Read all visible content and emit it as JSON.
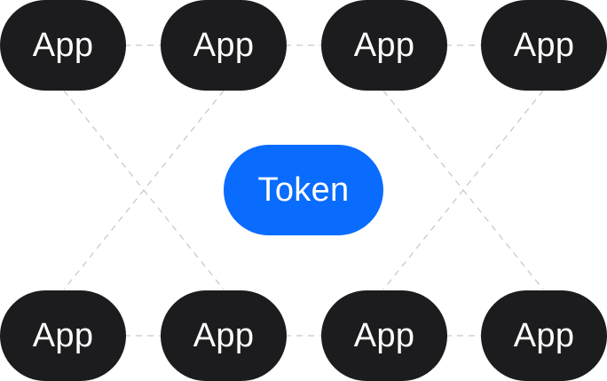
{
  "colors": {
    "app_node": "#1c1c1e",
    "token_node": "#0a6cff",
    "node_text": "#ffffff",
    "connector": "#c6c6c6",
    "background": "#ffffff"
  },
  "center_node": {
    "label": "Token"
  },
  "top_row": [
    {
      "label": "App"
    },
    {
      "label": "App"
    },
    {
      "label": "App"
    },
    {
      "label": "App"
    }
  ],
  "bottom_row": [
    {
      "label": "App"
    },
    {
      "label": "App"
    },
    {
      "label": "App"
    },
    {
      "label": "App"
    }
  ]
}
